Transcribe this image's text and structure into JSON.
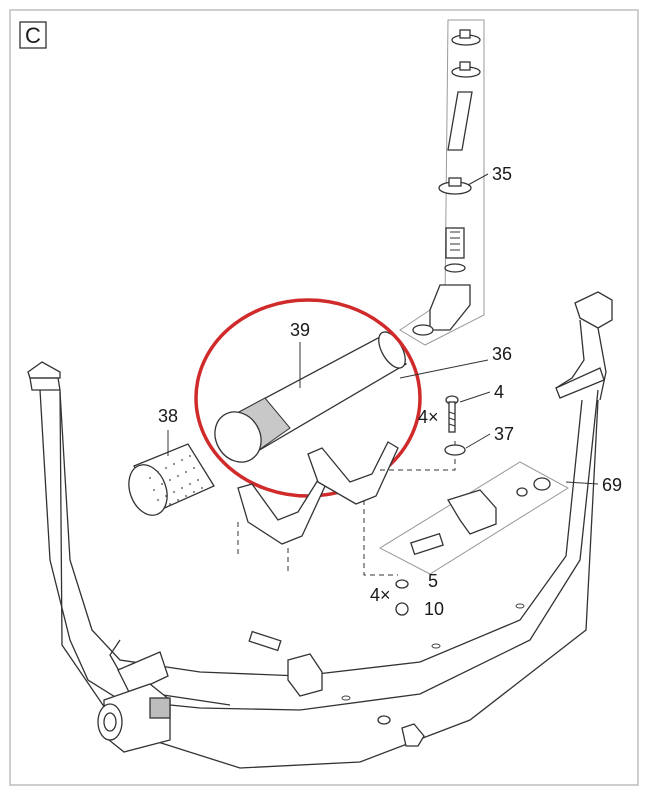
{
  "panel": {
    "letter": "C"
  },
  "callouts": {
    "c35": "35",
    "c36": "36",
    "c39": "39",
    "c38": "38",
    "c4": "4",
    "c4x_top": "4×",
    "c37": "37",
    "c69": "69",
    "c5": "5",
    "c4x_bottom": "4×",
    "c10": "10"
  },
  "colors": {
    "highlight": "#d02a2a",
    "line": "#333333",
    "grey": "#b8b8b8"
  }
}
